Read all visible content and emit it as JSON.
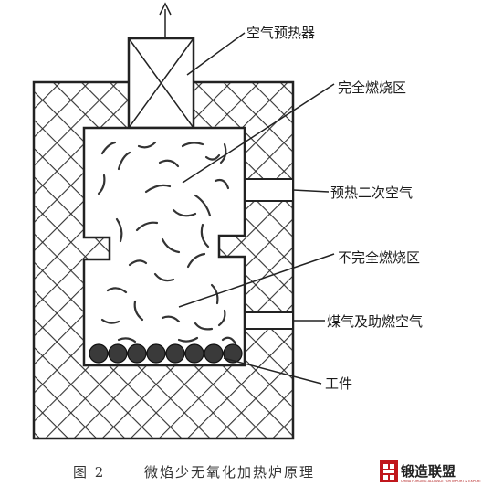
{
  "labels": {
    "preheater": "空气预热器",
    "complete_zone": "完全燃烧区",
    "secondary_air": "预热二次空气",
    "incomplete_zone": "不完全燃烧区",
    "gas_air": "煤气及助燃空气",
    "workpiece": "工件"
  },
  "caption": {
    "figure_no": "图 2",
    "title": "微焰少无氧化加热炉原理"
  },
  "watermark": {
    "brand": "锻造联盟",
    "subtitle": "CHINA FORGING ALLIANCE FOR IMPORT & EXPORT",
    "accent_color": "#c0171c"
  },
  "colors": {
    "line": "#222222",
    "hatch": "#333333",
    "background": "#ffffff"
  }
}
